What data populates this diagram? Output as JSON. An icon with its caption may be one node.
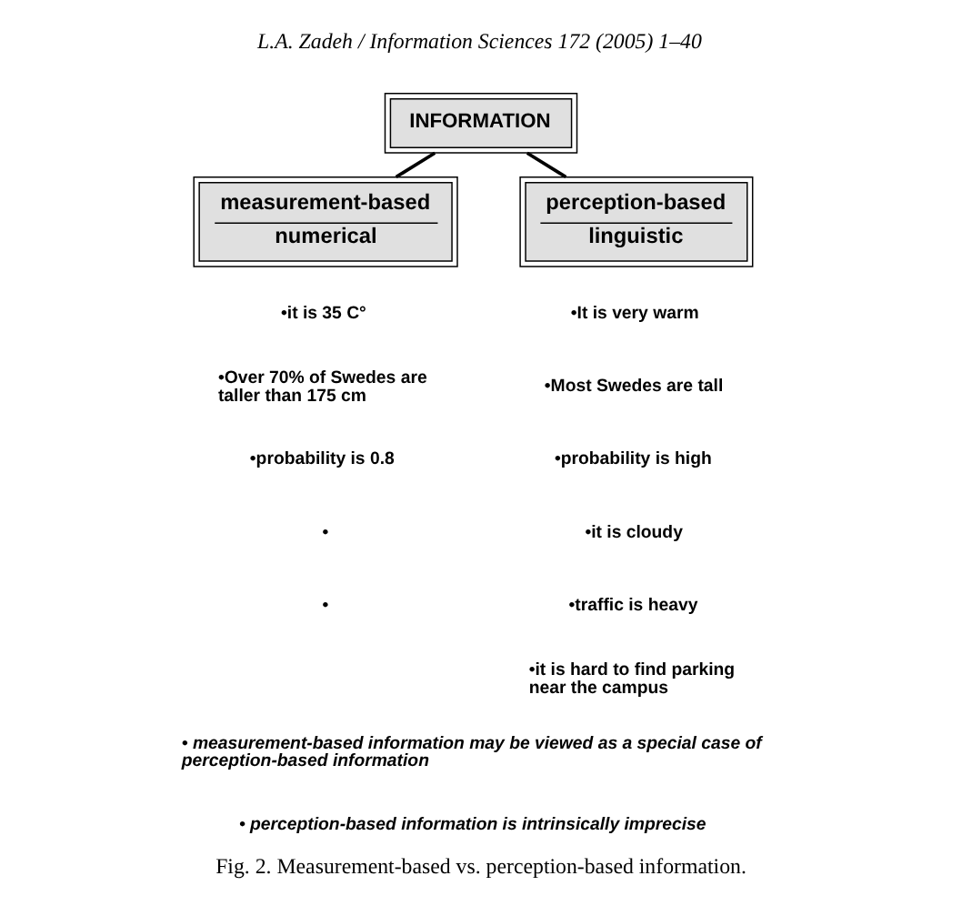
{
  "diagram": {
    "title": "L.A. Zadeh / Information Sciences 172 (2005) 1–40",
    "caption": "Fig. 2. Measurement-based vs. perception-based information.",
    "nodes": [
      {
        "text": [
          "INFORMATION"
        ]
      },
      {
        "text": [
          "measurement-based",
          "numerical"
        ]
      },
      {
        "text": [
          "perception-based",
          "linguistic"
        ]
      }
    ],
    "edges": [
      {
        "from": 0,
        "to": 1,
        "arrow": "none"
      },
      {
        "from": 0,
        "to": 2,
        "arrow": "none"
      }
    ],
    "labels": [
      "•it is 35 C°",
      "•Over 70% of Swedes are taller than 175 cm",
      "•probability is 0.8",
      "•",
      "•",
      "•It is very warm",
      "•Most Swedes are tall",
      "•probability is high",
      "•it is cloudy",
      "•traffic is heavy",
      "•it is hard to find parking near the campus",
      "• measurement-based information may be viewed as a special case of perception-based information",
      "• perception-based information is intrinsically imprecise"
    ]
  }
}
